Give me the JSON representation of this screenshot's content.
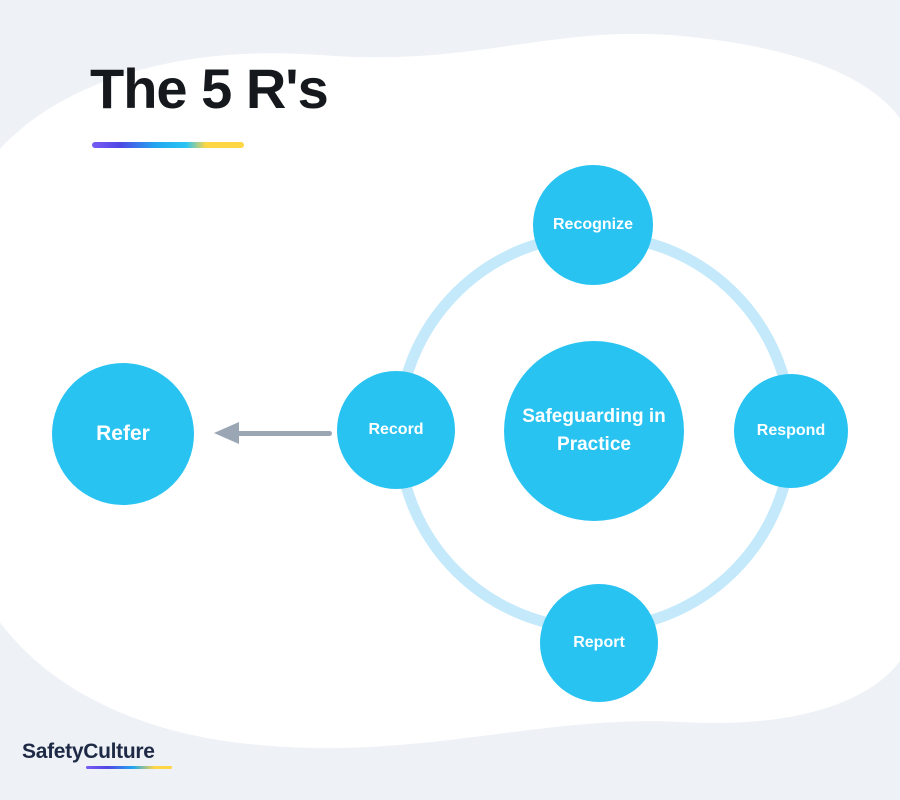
{
  "title": "The 5 R's",
  "diagram": {
    "center_label": "Safeguarding in Practice",
    "nodes": [
      {
        "id": "recognize",
        "label": "Recognize"
      },
      {
        "id": "respond",
        "label": "Respond"
      },
      {
        "id": "report",
        "label": "Report"
      },
      {
        "id": "record",
        "label": "Record"
      },
      {
        "id": "refer",
        "label": "Refer"
      }
    ],
    "arrow": {
      "from": "Record",
      "to": "Refer",
      "direction": "left"
    }
  },
  "footer": {
    "brand": "SafetyCulture"
  },
  "colors": {
    "accent": "#29c3f2",
    "ring": "#c3e9fb",
    "background": "#eef1f6",
    "arrow": "#9aa6b4",
    "title-color": "#15181d",
    "brand-color": "#1e2a45"
  }
}
